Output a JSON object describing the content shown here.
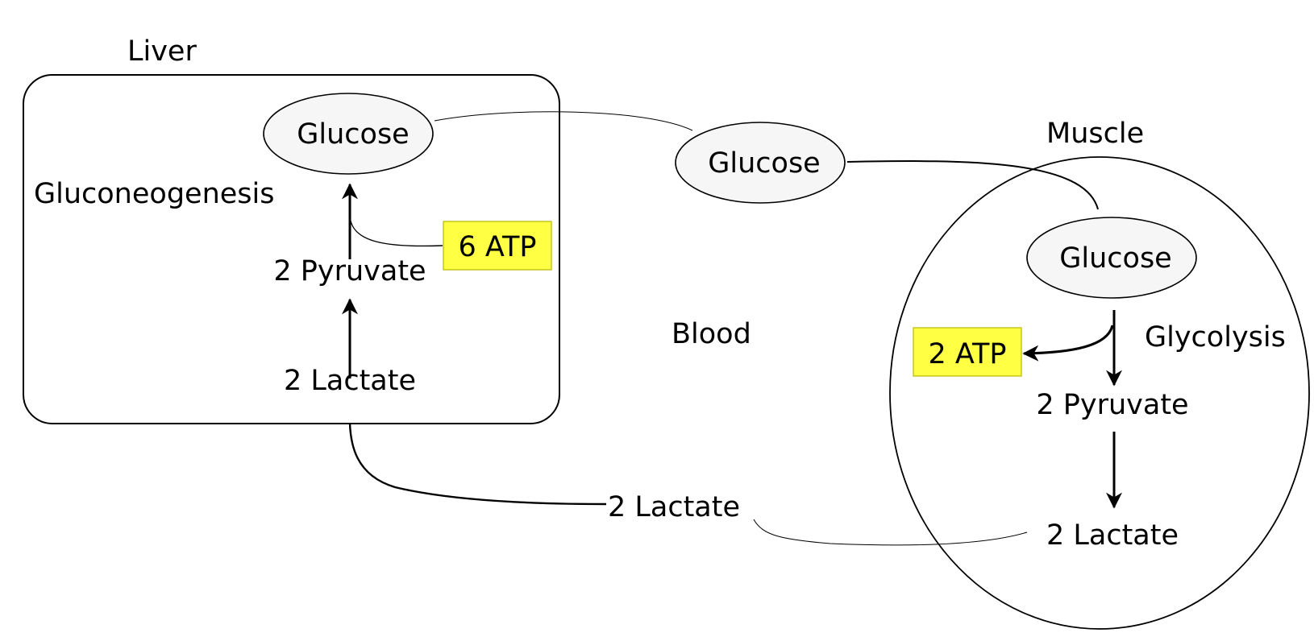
{
  "liver": {
    "title": "Liver",
    "pathway_label": "Gluconeogenesis",
    "glucose": "Glucose",
    "pyruvate": "2 Pyruvate",
    "lactate": "2 Lactate",
    "atp": "6 ATP"
  },
  "blood": {
    "label": "Blood",
    "glucose": "Glucose",
    "lactate": "2 Lactate"
  },
  "muscle": {
    "title": "Muscle",
    "pathway_label": "Glycolysis",
    "glucose": "Glucose",
    "pyruvate": "2 Pyruvate",
    "lactate": "2 Lactate",
    "atp": "2 ATP"
  },
  "colors": {
    "atp_fill": "#ffff44",
    "atp_stroke": "#b8b800",
    "node_fill": "#f6f6f6",
    "line": "#000000"
  }
}
